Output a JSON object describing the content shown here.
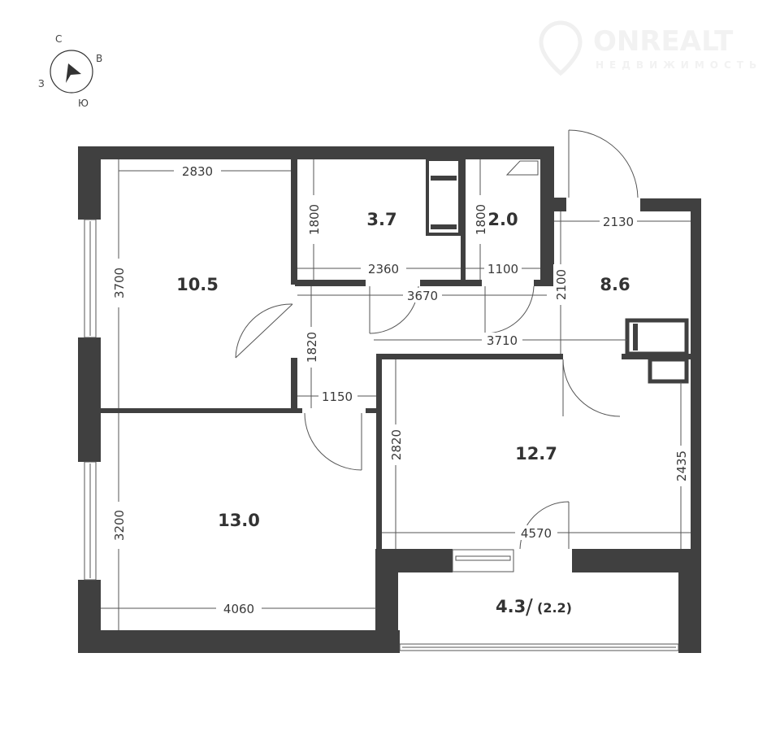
{
  "compass": {
    "north": "С",
    "east": "В",
    "south": "Ю",
    "west": "З"
  },
  "watermark": {
    "brand": "ONREALT",
    "tagline": "НЕДВИЖИМОСТЬ"
  },
  "rooms": {
    "room_top_left": "10.5",
    "storage": "3.7",
    "bathroom": "2.0",
    "hall": "8.6",
    "room_bottom_left": "13.0",
    "kitchen": "12.7",
    "balcony": "4.3",
    "balcony_reduced": "(2.2)",
    "balcony_sep": "/"
  },
  "dimensions": {
    "d2830": "2830",
    "d3700": "3700",
    "d1800a": "1800",
    "d1800b": "1800",
    "d2360": "2360",
    "d1100": "1100",
    "d2130": "2130",
    "d2100": "2100",
    "d3670": "3670",
    "d3710": "3710",
    "d1820": "1820",
    "d1150": "1150",
    "d2820": "2820",
    "d2435": "2435",
    "d4570": "4570",
    "d3200": "3200",
    "d4060": "4060"
  },
  "colors": {
    "wall": "#404040",
    "line": "#555555"
  }
}
